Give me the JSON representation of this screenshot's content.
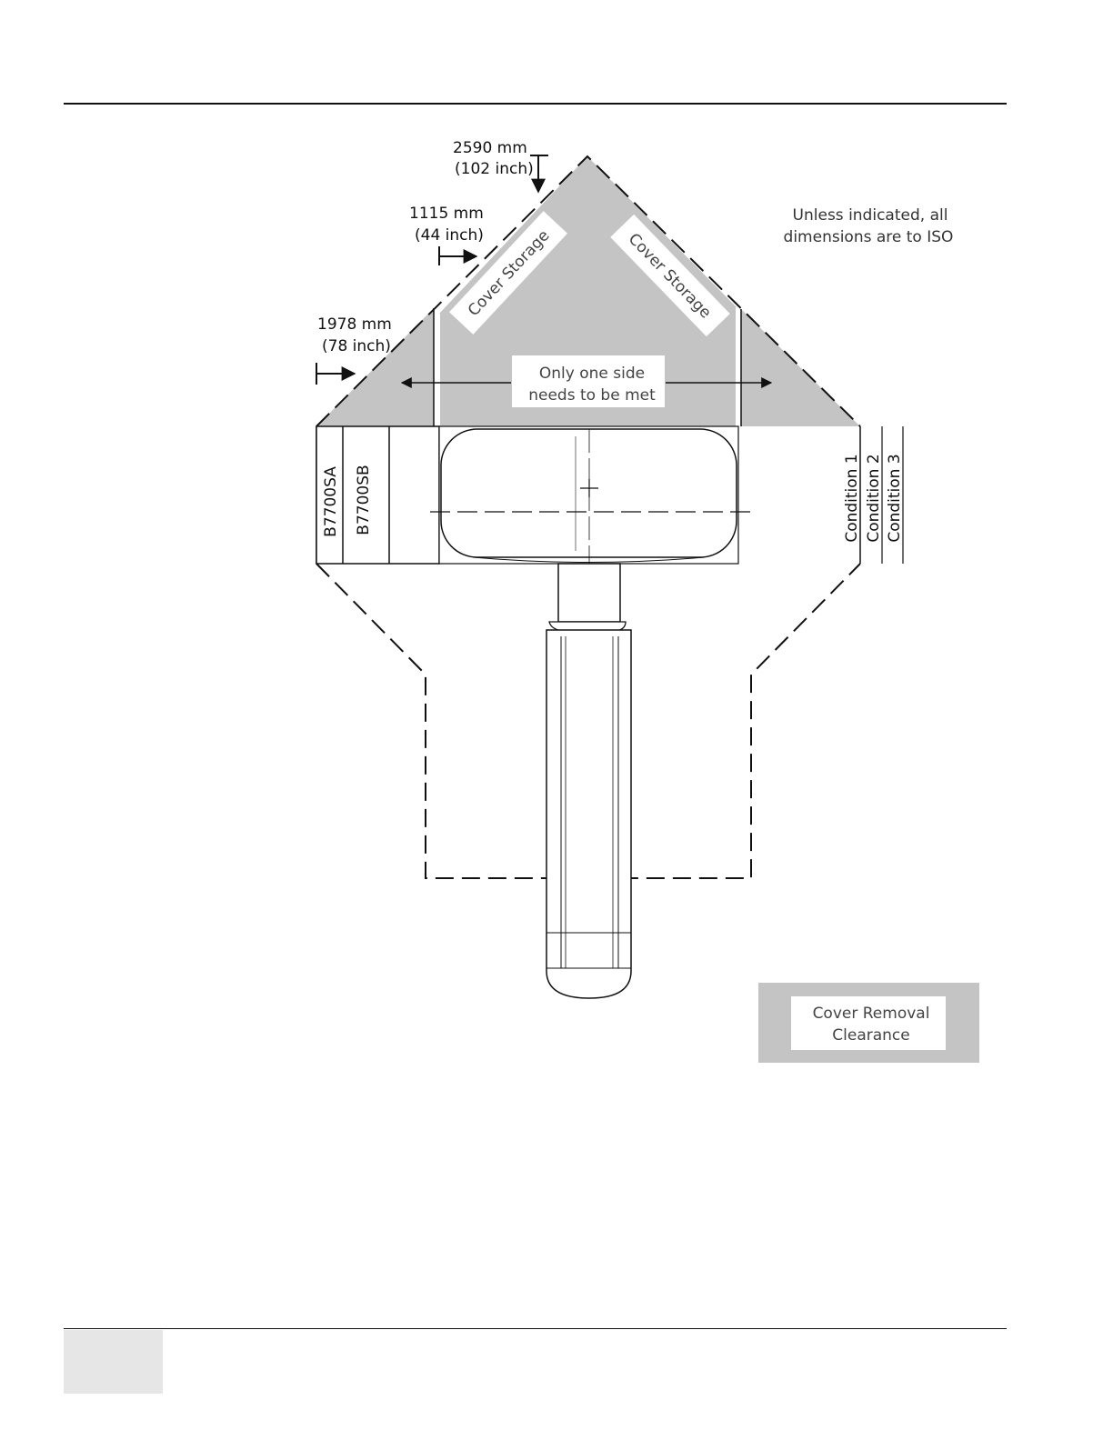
{
  "colors": {
    "zone_fill": "#c4c4c4",
    "line": "#111111",
    "label_bg": "#ffffff",
    "footer_block": "#e6e6e6"
  },
  "dimensions": {
    "d2590": {
      "mm": "2590 mm",
      "inch": "(102 inch)"
    },
    "d1115": {
      "mm": "1115 mm",
      "inch": "(44 inch)"
    },
    "d1978": {
      "mm": "1978 mm",
      "inch": "(78  inch)"
    }
  },
  "note": {
    "line1": "Unless indicated, all",
    "line2": "dimensions are to ISO"
  },
  "cover_storage": {
    "left": "Cover Storage",
    "right": "Cover Storage"
  },
  "one_side": {
    "line1": "Only one side",
    "line2": "needs to be met"
  },
  "models": {
    "a": "B7700SA",
    "b": "B7700SB"
  },
  "conditions": [
    "Condition 1",
    "Condition 2",
    "Condition 3"
  ],
  "legend": {
    "line1": "Cover Removal",
    "line2": "Clearance"
  }
}
